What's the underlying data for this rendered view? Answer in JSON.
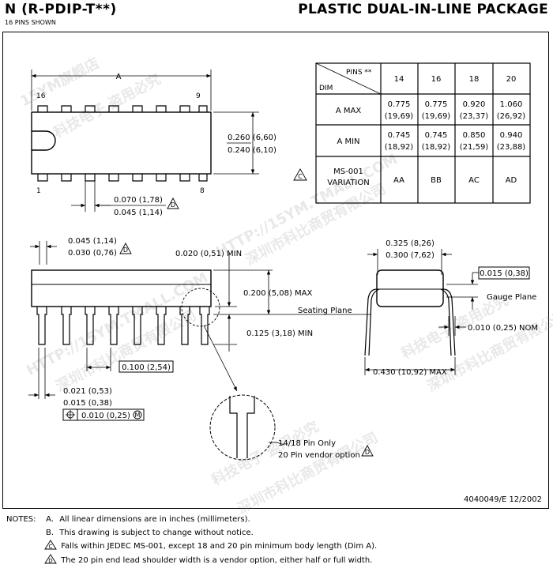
{
  "header": {
    "title_left": "N (R-PDIP-T**)",
    "subtitle": "16 PINS SHOWN",
    "title_right": "PLASTIC DUAL-IN-LINE PACKAGE"
  },
  "top_view": {
    "dim_a": "A",
    "pin16": "16",
    "pin9": "9",
    "pin1": "1",
    "pin8": "8",
    "width_max": "0.260 (6,60)",
    "width_min": "0.240 (6,10)",
    "lead_max": "0.070 (1,78)",
    "lead_min": "0.045 (1,14)",
    "note_d": "D"
  },
  "table": {
    "pins_label": "PINS **",
    "dim_label": "DIM",
    "columns": [
      "14",
      "16",
      "18",
      "20"
    ],
    "rows": [
      {
        "label": "A   MAX",
        "cells": [
          [
            "0.775",
            "(19,69)"
          ],
          [
            "0.775",
            "(19,69)"
          ],
          [
            "0.920",
            "(23,37)"
          ],
          [
            "1.060",
            "(26,92)"
          ]
        ]
      },
      {
        "label": "A   MIN",
        "cells": [
          [
            "0.745",
            "(18,92)"
          ],
          [
            "0.745",
            "(18,92)"
          ],
          [
            "0.850",
            "(21,59)"
          ],
          [
            "0.940",
            "(23,88)"
          ]
        ]
      },
      {
        "label1": "MS-001",
        "label2": "VARIATION",
        "cells": [
          "AA",
          "BB",
          "AC",
          "AD"
        ]
      }
    ],
    "note_c": "C"
  },
  "side_view": {
    "shoulder_max": "0.045 (1,14)",
    "shoulder_min": "0.030 (0,76)",
    "note_d": "D",
    "standoff": "0.020 (0,51) MIN",
    "height_max": "0.200 (5,08) MAX",
    "seating_plane": "Seating Plane",
    "lead_len_min": "0.125 (3,18) MIN",
    "pitch": "0.100 (2,54)",
    "lead_w_max": "0.021 (0,53)",
    "lead_w_min": "0.015 (0,38)",
    "tolerance": "0.010 (0,25)",
    "tol_symbol": "M"
  },
  "end_view": {
    "row_max": "0.325 (8,26)",
    "row_min": "0.300 (7,62)",
    "gauge_height": "0.015 (0,38)",
    "gauge_plane": "Gauge Plane",
    "lead_thick": "0.010 (0,25) NOM",
    "spread_max": "0.430 (10,92) MAX"
  },
  "detail": {
    "line1": "14/18 Pin Only",
    "line2": "20 Pin vendor option",
    "note_d": "D"
  },
  "doc_number": "4040049/E  12/2002",
  "notes": {
    "title": "NOTES:",
    "items": [
      {
        "key": "A.",
        "text": "All linear dimensions are in inches (millimeters)."
      },
      {
        "key": "B.",
        "text": "This drawing is subject to change without notice."
      },
      {
        "key": "C",
        "text": "Falls within JEDEC MS-001, except 18 and 20 pin minimum body length (Dim A)."
      },
      {
        "key": "D",
        "text": "The 20 pin end lead shoulder width is a vendor option, either half or full width."
      }
    ]
  },
  "watermark": {
    "line1": "15YM旗舰店",
    "line2": "科技电子 盗用必究",
    "line3": "HTTP://15YM.TMALL.COM",
    "line4": "深圳市科比商贸有限公司"
  }
}
